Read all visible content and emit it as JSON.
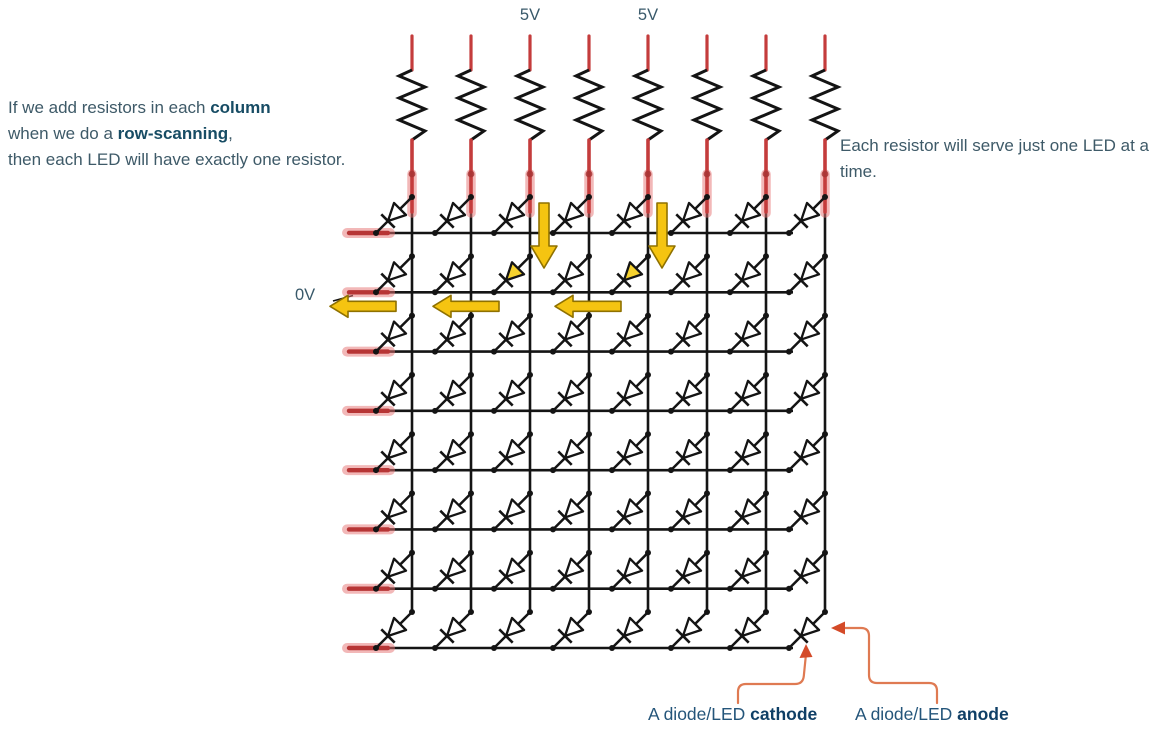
{
  "left_note": {
    "lines": [
      {
        "runs": [
          {
            "text": "If we add resistors in each "
          },
          {
            "text": "column",
            "bold": true
          }
        ]
      },
      {
        "runs": [
          {
            "text": "when we do a "
          },
          {
            "text": "row-scanning",
            "bold": true
          },
          {
            "text": ","
          }
        ]
      },
      {
        "runs": [
          {
            "text": "then each LED will have exactly one resistor."
          }
        ]
      }
    ]
  },
  "right_note": {
    "line1": "Each resistor will serve just one LED at a",
    "line2": "time."
  },
  "bottom_labels": {
    "cathode_prefix": "A diode/LED ",
    "cathode_bold": "cathode",
    "anode_prefix": "A diode/LED ",
    "anode_bold": "anode"
  },
  "colors": {
    "text": "#3e5a68",
    "text_bold": "#174c64",
    "label_text": "#39596a",
    "bottom_text": "#24557a",
    "bottom_text_bold": "#0f3f66"
  },
  "circuit": {
    "supply_label_1": "5V",
    "supply_label_2": "5V",
    "ground_label": "0V",
    "columns": 8,
    "rows": 8,
    "supply_labeled_columns": [
      3,
      5
    ],
    "active_row": 2,
    "lit_leds": [
      {
        "row": 2,
        "column": 3
      },
      {
        "row": 2,
        "column": 5
      }
    ],
    "current_arrows": {
      "down_columns": [
        3,
        5
      ],
      "left_row": 2,
      "left_arrow_tips_x": [
        330,
        433,
        555
      ]
    },
    "colors": {
      "wire": "#141414",
      "feed_red": "#c43c3c",
      "stub_red": "#b73535",
      "feed_glow": "#e77474",
      "junction_red": "#a83434",
      "arrow_yellow": "#f5c411",
      "arrow_outline": "#8f7100",
      "lit_led_fill": "#f6d22e",
      "led_fill": "#ffffff",
      "callout_line": "#df7a52",
      "callout_arrow": "#d44a28"
    }
  }
}
